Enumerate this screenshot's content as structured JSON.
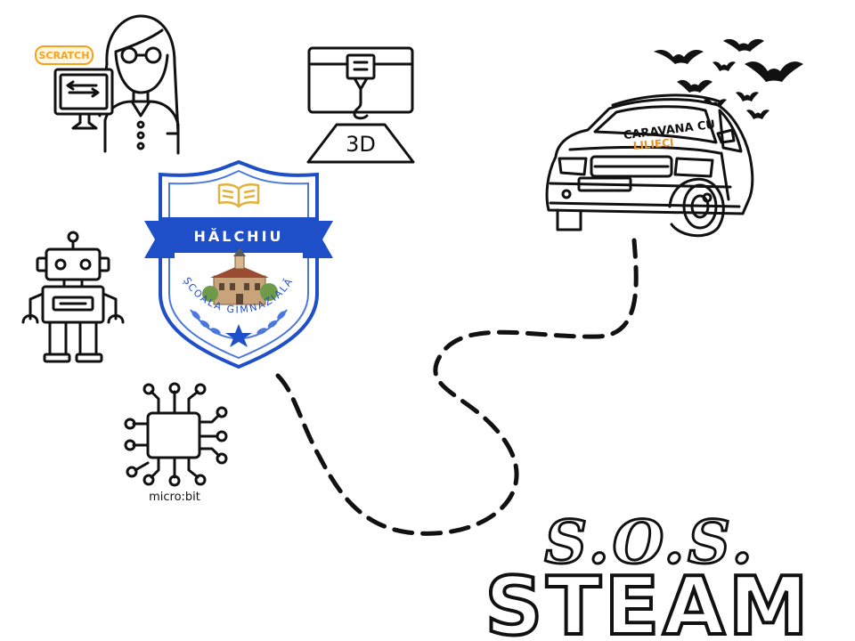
{
  "school": {
    "name": "HĂLCHIU",
    "arc_text": "ȘCOALA GIMNAZIALĂ"
  },
  "icons": {
    "scratch_badge": "SCRATCH",
    "printer_label": "3D",
    "microbit_label": "micro:bit"
  },
  "car": {
    "sign_line1": "CARAVANA CU",
    "sign_line2": "LILIECI"
  },
  "title": {
    "line1": "S.O.S.",
    "line2": "STEAM"
  },
  "colors": {
    "shield_blue": "#1f4fc8",
    "shield_light": "#4b78e0",
    "gold": "#e3b23c",
    "ink": "#111111",
    "scratch_orange": "#f6a21e",
    "lilieci_orange": "#e8902a"
  }
}
